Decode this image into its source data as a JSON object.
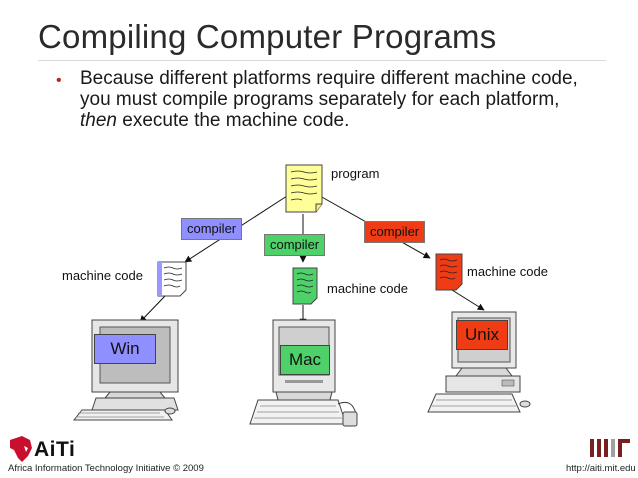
{
  "slide": {
    "title": "Compiling Computer Programs",
    "bullet_part1": "Because different platforms require different machine code, you must compile programs separately for each platform, ",
    "bullet_emphasis": "then",
    "bullet_part2": " execute the machine code."
  },
  "diagram": {
    "program_label": "program",
    "compiler_left": "compiler",
    "compiler_middle": "compiler",
    "compiler_right": "compiler",
    "machine_code_left": "machine code",
    "machine_code_middle": "machine code",
    "machine_code_right": "machine code",
    "platform_win": "Win",
    "platform_mac": "Mac",
    "platform_unix": "Unix"
  },
  "colors": {
    "program_doc": "#ffff99",
    "compiler_left": "#8f8fff",
    "compiler_middle": "#4fd16a",
    "compiler_right": "#f03c14",
    "doc_left": "#9999ff",
    "doc_middle": "#4fd16a",
    "doc_right": "#f03c14",
    "win_label": "#8f8fff",
    "mac_label": "#4fd16a",
    "unix_label": "#f03c14"
  },
  "footer": {
    "left_text": "Africa Information Technology Initiative © 2009",
    "right_text": "http://aiti.mit.edu",
    "logo_text": "AiTi"
  }
}
